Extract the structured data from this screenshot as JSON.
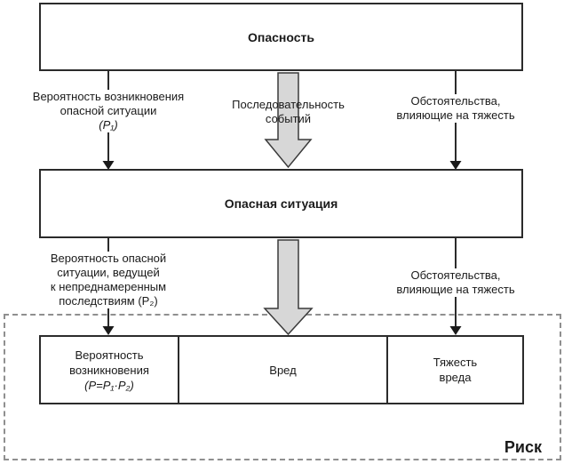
{
  "diagram": {
    "boxes": {
      "hazard": {
        "label": "Опасность"
      },
      "hazardous_situation": {
        "label": "Опасная ситуация"
      },
      "probability_occurrence": {
        "line1": "Вероятность",
        "line2": "возникновения",
        "formula": "(P=P₁·P₂)"
      },
      "harm": {
        "label": "Вред"
      },
      "harm_severity": {
        "line1": "Тяжесть",
        "line2": "вреда"
      }
    },
    "edge_labels": {
      "p1": {
        "line1": "Вероятность возникновения",
        "line2": "опасной ситуации",
        "formula": "(P₁)"
      },
      "sequence": {
        "line1": "Последовательность",
        "line2": "событий"
      },
      "circumstances_top": {
        "line1": "Обстоятельства,",
        "line2": "влияющие на тяжесть"
      },
      "p2": {
        "line1": "Вероятность опасной",
        "line2": "ситуации, ведущей",
        "line3": "к непреднамеренным",
        "line4": "последствиям (P₂)"
      },
      "circumstances_bottom": {
        "line1": "Обстоятельства,",
        "line2": "влияющие на тяжесть"
      },
      "risk": "Риск"
    },
    "icons": {
      "big_down_arrow": "thick-down-arrow",
      "small_down_arrowhead": "filled-triangle-down"
    },
    "colors": {
      "background": "#ffffff",
      "box_border": "#2b2b2b",
      "connector_line": "#2b2b2b",
      "big_arrow_fill": "#d7d7d7",
      "big_arrow_stroke": "#3a3a3a",
      "dashed_border": "#8f8f8f",
      "text": "#1a1a1a"
    }
  }
}
